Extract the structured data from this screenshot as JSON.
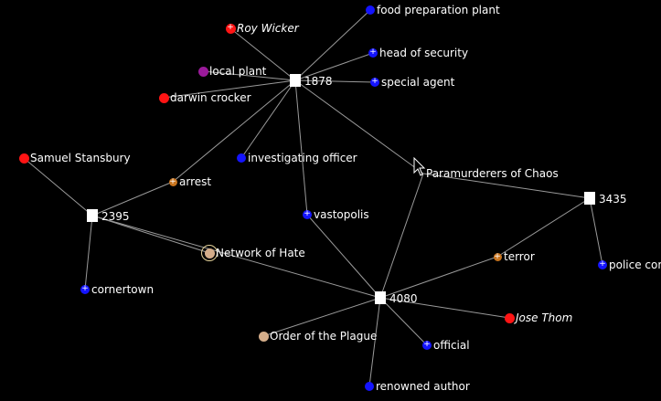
{
  "graph": {
    "colors": {
      "background": "#000000",
      "edge": "#9a9a9a",
      "blue": "#1414ff",
      "red": "#ff1414",
      "purple": "#9a1a9a",
      "orange": "#c8741e",
      "tan": "#d4ad8a",
      "hub": "#ffffff"
    },
    "hubs": [
      {
        "id": "h1878",
        "label": "1878"
      },
      {
        "id": "h2395",
        "label": "2395"
      },
      {
        "id": "h3435",
        "label": "3435"
      },
      {
        "id": "h4080",
        "label": "4080"
      }
    ],
    "nodes": [
      {
        "id": "food",
        "label": "food preparation plant",
        "kind": "blue"
      },
      {
        "id": "roy",
        "label": "Roy Wicker",
        "kind": "red-plus",
        "italic": true
      },
      {
        "id": "head",
        "label": "head of security",
        "kind": "blue-plus"
      },
      {
        "id": "localplant",
        "label": "local plant",
        "kind": "purple"
      },
      {
        "id": "special",
        "label": "special agent",
        "kind": "blue-plus"
      },
      {
        "id": "darwin",
        "label": "darwin crocker",
        "kind": "red"
      },
      {
        "id": "samuel",
        "label": "Samuel Stansbury",
        "kind": "red"
      },
      {
        "id": "investigating",
        "label": "investigating officer",
        "kind": "blue"
      },
      {
        "id": "paramurderers",
        "label": "Paramurderers of Chaos",
        "kind": "none"
      },
      {
        "id": "arrest",
        "label": "arrest",
        "kind": "orange-plus"
      },
      {
        "id": "vastopolis",
        "label": "vastopolis",
        "kind": "blue-plus"
      },
      {
        "id": "networkofhate",
        "label": "Network of Hate",
        "kind": "tan-ring"
      },
      {
        "id": "terror",
        "label": "terror",
        "kind": "orange-plus"
      },
      {
        "id": "police",
        "label": "police com",
        "kind": "blue-plus"
      },
      {
        "id": "cornertown",
        "label": "cornertown",
        "kind": "blue-plus"
      },
      {
        "id": "jose",
        "label": "Jose Thom",
        "kind": "red",
        "italic": true
      },
      {
        "id": "order",
        "label": "Order of the Plague",
        "kind": "tan"
      },
      {
        "id": "official",
        "label": "official",
        "kind": "blue-plus"
      },
      {
        "id": "renowned",
        "label": "renowned author",
        "kind": "blue"
      }
    ],
    "edges": [
      [
        "h1878",
        "food"
      ],
      [
        "h1878",
        "roy"
      ],
      [
        "h1878",
        "head"
      ],
      [
        "h1878",
        "localplant"
      ],
      [
        "h1878",
        "special"
      ],
      [
        "h1878",
        "darwin"
      ],
      [
        "h1878",
        "investigating"
      ],
      [
        "h1878",
        "arrest"
      ],
      [
        "h1878",
        "vastopolis"
      ],
      [
        "h1878",
        "paramurderers"
      ],
      [
        "h2395",
        "samuel"
      ],
      [
        "h2395",
        "arrest"
      ],
      [
        "h2395",
        "networkofhate"
      ],
      [
        "h2395",
        "cornertown"
      ],
      [
        "h2395",
        "h4080"
      ],
      [
        "h3435",
        "paramurderers"
      ],
      [
        "h3435",
        "terror"
      ],
      [
        "h3435",
        "police"
      ],
      [
        "h4080",
        "vastopolis"
      ],
      [
        "h4080",
        "paramurderers"
      ],
      [
        "h4080",
        "terror"
      ],
      [
        "h4080",
        "jose"
      ],
      [
        "h4080",
        "order"
      ],
      [
        "h4080",
        "official"
      ],
      [
        "h4080",
        "renowned"
      ]
    ]
  }
}
